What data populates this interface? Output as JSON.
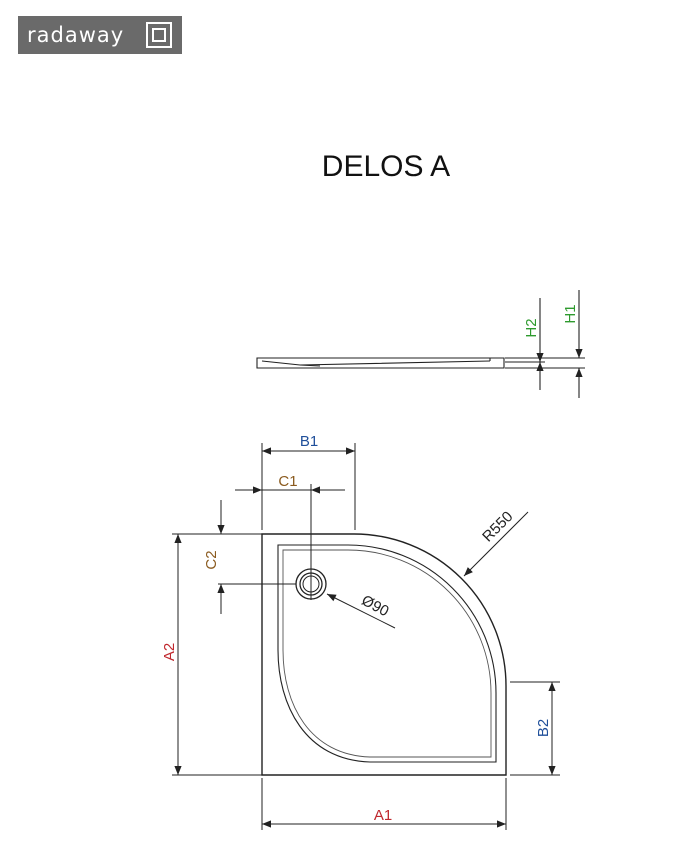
{
  "brand": {
    "logo_text": "radaway",
    "logo_icon": "square-in-square-icon"
  },
  "title": "DELOS A",
  "labels": {
    "h1": "H1",
    "h2": "H2",
    "b1": "B1",
    "b2": "B2",
    "c1": "C1",
    "c2": "C2",
    "a1": "A1",
    "a2": "A2",
    "radius": "R550",
    "drain": "Ø90"
  },
  "colors": {
    "h_labels": "#2e9a2e",
    "b_labels": "#1f4f9a",
    "c_labels": "#8a5a1e",
    "a_labels": "#c0272d",
    "line": "#222222"
  }
}
